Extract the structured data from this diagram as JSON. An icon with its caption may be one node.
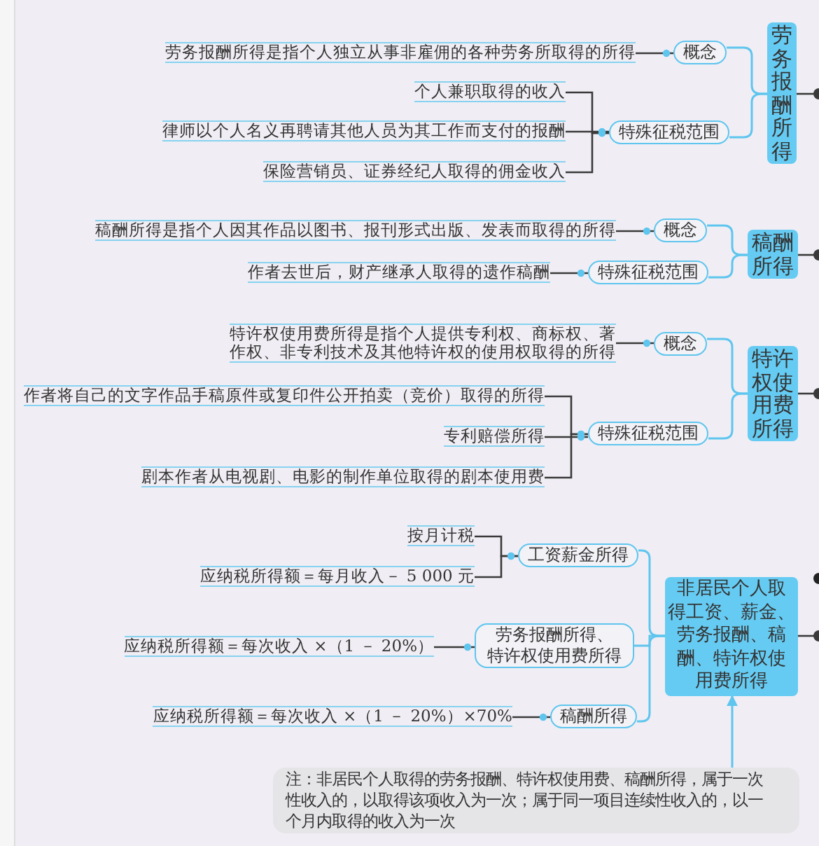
{
  "diagram": {
    "nodes": [
      {
        "text": [
          "劳务报酬所得是指个人独立从事非雇佣的各种劳务所取得的所得"
        ]
      },
      {
        "text": [
          "概念"
        ]
      },
      {
        "text": [
          "劳务报酬所得"
        ]
      },
      {
        "text": [
          "个人兼职取得的收入"
        ]
      },
      {
        "text": [
          "律师以个人名义再聘请其他人员为其工作而支付的报酬"
        ]
      },
      {
        "text": [
          "特殊征税范围"
        ]
      },
      {
        "text": [
          "保险营销员、证券经纪人取得的佣金收入"
        ]
      },
      {
        "text": [
          "稿酬所得是指个人因其作品以图书、报刊形式出版、发表而取得的所得"
        ]
      },
      {
        "text": [
          "概念"
        ]
      },
      {
        "text": [
          "稿酬所得"
        ]
      },
      {
        "text": [
          "作者去世后，财产继承人取得的遗作稿酬"
        ]
      },
      {
        "text": [
          "特殊征税范围"
        ]
      },
      {
        "text": [
          "特许权使用费所得是指个人提供专利权、商标权、著作权、非专利技术及其他特许权的使用权取得的所得"
        ]
      },
      {
        "text": [
          "概念"
        ]
      },
      {
        "text": [
          "特许权使用费所得"
        ]
      },
      {
        "text": [
          "作者将自己的文字作品手稿原件或复印件公开拍卖（竞价）取得的所得"
        ]
      },
      {
        "text": [
          "专利赔偿所得"
        ]
      },
      {
        "text": [
          "特殊征税范围"
        ]
      },
      {
        "text": [
          "剧本作者从电视剧、电影的制作单位取得的剧本使用费"
        ]
      },
      {
        "text": [
          "按月计税"
        ]
      },
      {
        "text": [
          "工资薪金所得"
        ]
      },
      {
        "text": [
          "应纳税所得额＝每月收入－ 5 000 元"
        ]
      },
      {
        "text": [
          "应纳税所得额＝每次收入 ×（1 － 20%）"
        ]
      },
      {
        "text": [
          "劳务报酬所得、特许权使用费所得"
        ]
      },
      {
        "text": [
          "非居民个人取得工资、薪金、劳务报酬、稿酬、特许权使用费所得"
        ]
      },
      {
        "text": [
          "应纳税所得额＝每次收入 ×（1 － 20%）×70%"
        ]
      },
      {
        "text": [
          "稿酬所得"
        ]
      },
      {
        "text": [
          "注：非居民个人取得的劳务报酬、特许权使用费、稿酬所得，属于一次性收入的，以取得该项收入为一次；属于同一项目连续性收入的，以一个月内取得的收入为一次"
        ]
      }
    ],
    "edges": [
      {
        "from": 1,
        "to": 0,
        "arrow": "other"
      },
      {
        "from": 5,
        "to": 3,
        "arrow": "other"
      },
      {
        "from": 5,
        "to": 4,
        "arrow": "other"
      },
      {
        "from": 5,
        "to": 6,
        "arrow": "other"
      },
      {
        "from": 8,
        "to": 7,
        "arrow": "other"
      },
      {
        "from": 11,
        "to": 10,
        "arrow": "other"
      },
      {
        "from": 13,
        "to": 12,
        "arrow": "other"
      },
      {
        "from": 17,
        "to": 15,
        "arrow": "other"
      },
      {
        "from": 17,
        "to": 16,
        "arrow": "other"
      },
      {
        "from": 17,
        "to": 18,
        "arrow": "other"
      },
      {
        "from": 20,
        "to": 19,
        "arrow": "other"
      },
      {
        "from": 20,
        "to": 21,
        "arrow": "other"
      },
      {
        "from": 23,
        "to": 22,
        "arrow": "other"
      },
      {
        "from": 26,
        "to": 25,
        "arrow": "other"
      },
      {
        "from": 2,
        "to": 1,
        "arrow": "none",
        "color": "#5ec5ee"
      },
      {
        "from": 2,
        "to": 5,
        "arrow": "none",
        "color": "#5ec5ee"
      },
      {
        "from": 9,
        "to": 8,
        "arrow": "none",
        "color": "#5ec5ee"
      },
      {
        "from": 9,
        "to": 11,
        "arrow": "none",
        "color": "#5ec5ee"
      },
      {
        "from": 14,
        "to": 13,
        "arrow": "none",
        "color": "#5ec5ee"
      },
      {
        "from": 14,
        "to": 17,
        "arrow": "none",
        "color": "#5ec5ee"
      },
      {
        "from": 24,
        "to": 20,
        "arrow": "none",
        "color": "#5ec5ee"
      },
      {
        "from": 24,
        "to": 23,
        "arrow": "none",
        "color": "#5ec5ee"
      },
      {
        "from": 24,
        "to": 26,
        "arrow": "none",
        "color": "#5ec5ee"
      },
      {
        "from": null,
        "to": 2,
        "arrow": "other"
      },
      {
        "from": null,
        "to": 9,
        "arrow": "other"
      },
      {
        "from": null,
        "to": 14,
        "arrow": "other"
      },
      {
        "from": null,
        "to": 24,
        "arrow": "other"
      },
      {
        "from": 27,
        "to": 24,
        "arrow": "to",
        "color": "#5ec5ee"
      }
    ]
  }
}
